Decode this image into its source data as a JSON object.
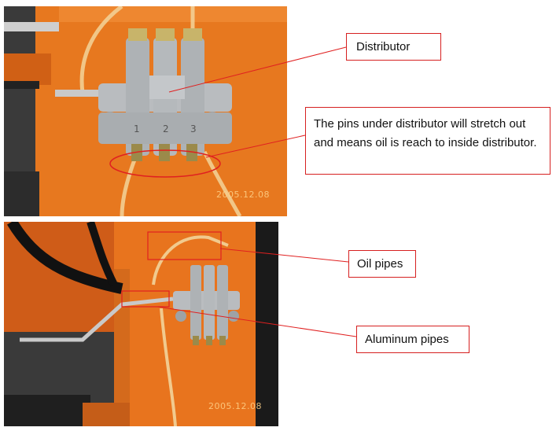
{
  "photos": {
    "top_stamp": "2005.12.08",
    "bottom_stamp": "2005.12.08",
    "port_numbers": [
      "1",
      "2",
      "3"
    ]
  },
  "callouts": {
    "distributor": "Distributor",
    "pins_note": "The pins under distributor will stretch out and means oil is reach to inside distributor.",
    "oil_pipes": "Oil pipes",
    "aluminum_pipes": "Aluminum pipes"
  },
  "colors": {
    "callout_border": "#d62020",
    "machine_orange": "#e8741e",
    "distributor_metal": "#b9bcbf"
  }
}
